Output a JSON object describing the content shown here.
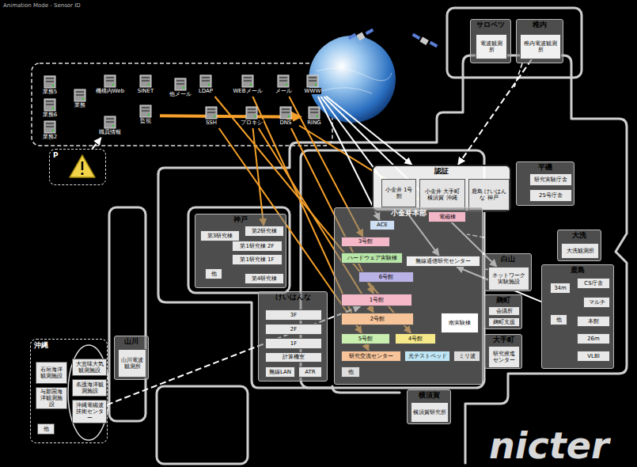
{
  "diagram": {
    "nodes": [
      {
        "text": [
          "業務5"
        ]
      },
      {
        "text": [
          "業務6"
        ]
      },
      {
        "text": [
          "業務2"
        ]
      },
      {
        "text": [
          "業務"
        ]
      },
      {
        "text": [
          "機構内Web"
        ]
      },
      {
        "text": [
          "職員情報"
        ]
      },
      {
        "text": [
          "SINET"
        ]
      },
      {
        "text": [
          "監視"
        ]
      },
      {
        "text": [
          "他メール"
        ]
      },
      {
        "text": [
          "LDAP"
        ]
      },
      {
        "text": [
          "SSH"
        ]
      },
      {
        "text": [
          "WEBメール"
        ]
      },
      {
        "text": [
          "プロキシ"
        ]
      },
      {
        "text": [
          "メール"
        ]
      },
      {
        "text": [
          "DNS"
        ]
      },
      {
        "text": [
          "WWW"
        ]
      },
      {
        "text": [
          "RING"
        ]
      },
      {
        "text": [
          "P"
        ]
      },
      {
        "text": [
          "サロベツ"
        ]
      },
      {
        "text": [
          "電波観測所"
        ],
        "in": 18
      },
      {
        "text": [
          "稚内"
        ]
      },
      {
        "text": [
          "稚内電波観測所"
        ],
        "in": 20
      },
      {
        "text": [
          "認証"
        ]
      },
      {
        "text": [
          "小金井 1号館"
        ],
        "in": 22
      },
      {
        "text": [
          "小金井 大手町 横須賀 沖縄"
        ],
        "in": 22
      },
      {
        "text": [
          "鹿島 けいはんな 神戸"
        ],
        "in": 22
      },
      {
        "text": [
          "平磯"
        ]
      },
      {
        "text": [
          "研究実験庁舎"
        ],
        "in": 26
      },
      {
        "text": [
          "25号庁舎"
        ],
        "in": 26
      },
      {
        "text": [
          "大洗"
        ]
      },
      {
        "text": [
          "大洗観測所"
        ],
        "in": 29
      },
      {
        "text": [
          "神戸"
        ]
      },
      {
        "text": [
          "第3研究棟"
        ],
        "in": 31
      },
      {
        "text": [
          "第2研究棟"
        ],
        "in": 31
      },
      {
        "text": [
          "第1研究棟 2F"
        ],
        "in": 31
      },
      {
        "text": [
          "第1研究棟 1F"
        ],
        "in": 31
      },
      {
        "text": [
          "第4研究棟"
        ],
        "in": 31
      },
      {
        "text": [
          "他"
        ],
        "in": 31
      },
      {
        "text": [
          "小金井本部"
        ]
      },
      {
        "text": [
          "ACE"
        ],
        "in": 38
      },
      {
        "text": [
          "電磁棟"
        ],
        "in": 38
      },
      {
        "text": [
          "3号館"
        ],
        "in": 38
      },
      {
        "text": [
          "ハードウェア実験棟"
        ],
        "in": 38
      },
      {
        "text": [
          "無線通信研究センター"
        ],
        "in": 38
      },
      {
        "text": [
          "6号館"
        ],
        "in": 38
      },
      {
        "text": [
          "1号館"
        ],
        "in": 38
      },
      {
        "text": [
          "2号館"
        ],
        "in": 38
      },
      {
        "text": [
          "南実験棟"
        ],
        "in": 38
      },
      {
        "text": [
          "5号館"
        ],
        "in": 38
      },
      {
        "text": [
          "4号館"
        ],
        "in": 38
      },
      {
        "text": [
          "研究交流センター"
        ],
        "in": 38
      },
      {
        "text": [
          "光テストベッド"
        ],
        "in": 38
      },
      {
        "text": [
          "ミリ波"
        ],
        "in": 38
      },
      {
        "text": [
          "他"
        ],
        "in": 38
      },
      {
        "text": [
          "白山"
        ]
      },
      {
        "text": [
          "ネットワーク実験施設"
        ],
        "in": 54
      },
      {
        "text": [
          "麹町"
        ]
      },
      {
        "text": [
          "会議所"
        ],
        "in": 56
      },
      {
        "text": [
          "麹町支援"
        ],
        "in": 56
      },
      {
        "text": [
          "大手町"
        ]
      },
      {
        "text": [
          "研究推進センター"
        ],
        "in": 59
      },
      {
        "text": [
          "鹿島"
        ]
      },
      {
        "text": [
          "34m"
        ],
        "in": 61
      },
      {
        "text": [
          "CS庁舎"
        ],
        "in": 61
      },
      {
        "text": [
          "マルチ"
        ],
        "in": 61
      },
      {
        "text": [
          "本館"
        ],
        "in": 61
      },
      {
        "text": [
          "26m"
        ],
        "in": 61
      },
      {
        "text": [
          "VLBI"
        ],
        "in": 61
      },
      {
        "text": [
          "他"
        ],
        "in": 61
      },
      {
        "text": [
          "けいはんな"
        ]
      },
      {
        "text": [
          "3F"
        ],
        "in": 69
      },
      {
        "text": [
          "2F"
        ],
        "in": 69
      },
      {
        "text": [
          "1F"
        ],
        "in": 69
      },
      {
        "text": [
          "計算機室"
        ],
        "in": 69
      },
      {
        "text": [
          "無線LAN"
        ],
        "in": 69
      },
      {
        "text": [
          "ATR"
        ],
        "in": 69
      },
      {
        "text": [
          "横須賀"
        ]
      },
      {
        "text": [
          "横須賀研究所"
        ],
        "in": 76
      },
      {
        "text": [
          "山川"
        ]
      },
      {
        "text": [
          "山川電波観測所"
        ],
        "in": 78
      },
      {
        "text": [
          "沖縄"
        ]
      },
      {
        "text": [
          "石垣海洋観測施設"
        ],
        "in": 80
      },
      {
        "text": [
          "与那国海洋観測施設"
        ],
        "in": 80
      },
      {
        "text": [
          "大宜味大気観測施設"
        ],
        "in": 80
      },
      {
        "text": [
          "名護海洋観測施設"
        ],
        "in": 80
      },
      {
        "text": [
          "沖縄電磁波技術センター"
        ],
        "in": 80
      },
      {
        "text": [
          "他"
        ],
        "in": 80
      }
    ],
    "edges": [
      {
        "from": 7,
        "to": 16,
        "arrow": "to"
      },
      {
        "from": 12,
        "to": 46,
        "arrow": "to"
      },
      {
        "from": 14,
        "to": 45,
        "arrow": "to"
      },
      {
        "from": 13,
        "to": 41,
        "arrow": "to"
      },
      {
        "from": 10,
        "to": 48,
        "arrow": "to"
      },
      {
        "from": 11,
        "to": 50,
        "arrow": "to"
      },
      {
        "from": 9,
        "to": 49,
        "arrow": "to"
      },
      {
        "from": 14,
        "to": 40,
        "arrow": "to"
      },
      {
        "from": 12,
        "to": 33,
        "arrow": "to"
      },
      {
        "from": 15,
        "to": 22,
        "arrow": "to"
      },
      {
        "from": 15,
        "to": 43,
        "arrow": "to"
      },
      {
        "from": 15,
        "to": 39,
        "arrow": "to"
      },
      {
        "from": 15,
        "to": 55,
        "arrow": "to"
      },
      {
        "from": 85,
        "to": 45,
        "arrow": "to"
      },
      {
        "from": 21,
        "to": 22,
        "arrow": "to"
      },
      {
        "from": 61,
        "to": 43,
        "arrow": "to"
      },
      {
        "from": 17,
        "to": 5,
        "arrow": "to"
      }
    ],
    "labels": [
      "Animation Mode - Sensor ID",
      "nicter"
    ]
  }
}
